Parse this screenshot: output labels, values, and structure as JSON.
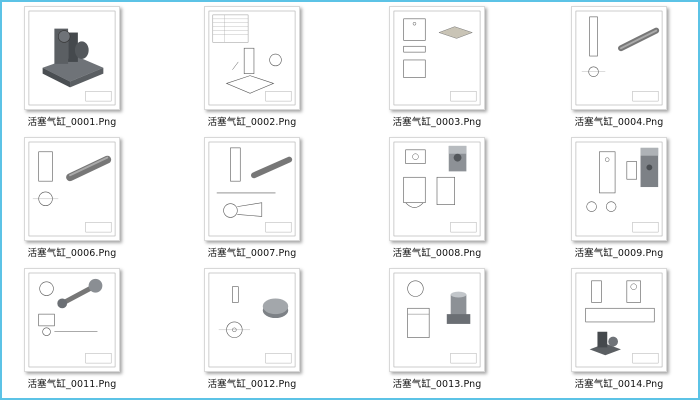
{
  "files": [
    {
      "name": "活塞气缸_0001.Png",
      "icon": "assembly-iso-thumbnail"
    },
    {
      "name": "活塞气缸_0002.Png",
      "icon": "assembly-drawing-thumbnail"
    },
    {
      "name": "活塞气缸_0003.Png",
      "icon": "base-drawing-thumbnail"
    },
    {
      "name": "活塞气缸_0004.Png",
      "icon": "connecting-rod-drawing-thumbnail"
    },
    {
      "name": "活塞气缸_0006.Png",
      "icon": "crankpin-drawing-thumbnail"
    },
    {
      "name": "活塞气缸_0007.Png",
      "icon": "rocker-drawing-thumbnail"
    },
    {
      "name": "活塞气缸_0008.Png",
      "icon": "cylinder-drawing-thumbnail"
    },
    {
      "name": "活塞气缸_0009.Png",
      "icon": "valve-block-drawing-thumbnail"
    },
    {
      "name": "活塞气缸_0011.Png",
      "icon": "piston-drawing-thumbnail"
    },
    {
      "name": "活塞气缸_0012.Png",
      "icon": "fly-wheel-drawing-thumbnail"
    },
    {
      "name": "活塞气缸_0013.Png",
      "icon": "part-drawing-thumbnail"
    },
    {
      "name": "活塞气缸_0014.Png",
      "icon": "assembly-exploded-thumbnail"
    }
  ]
}
